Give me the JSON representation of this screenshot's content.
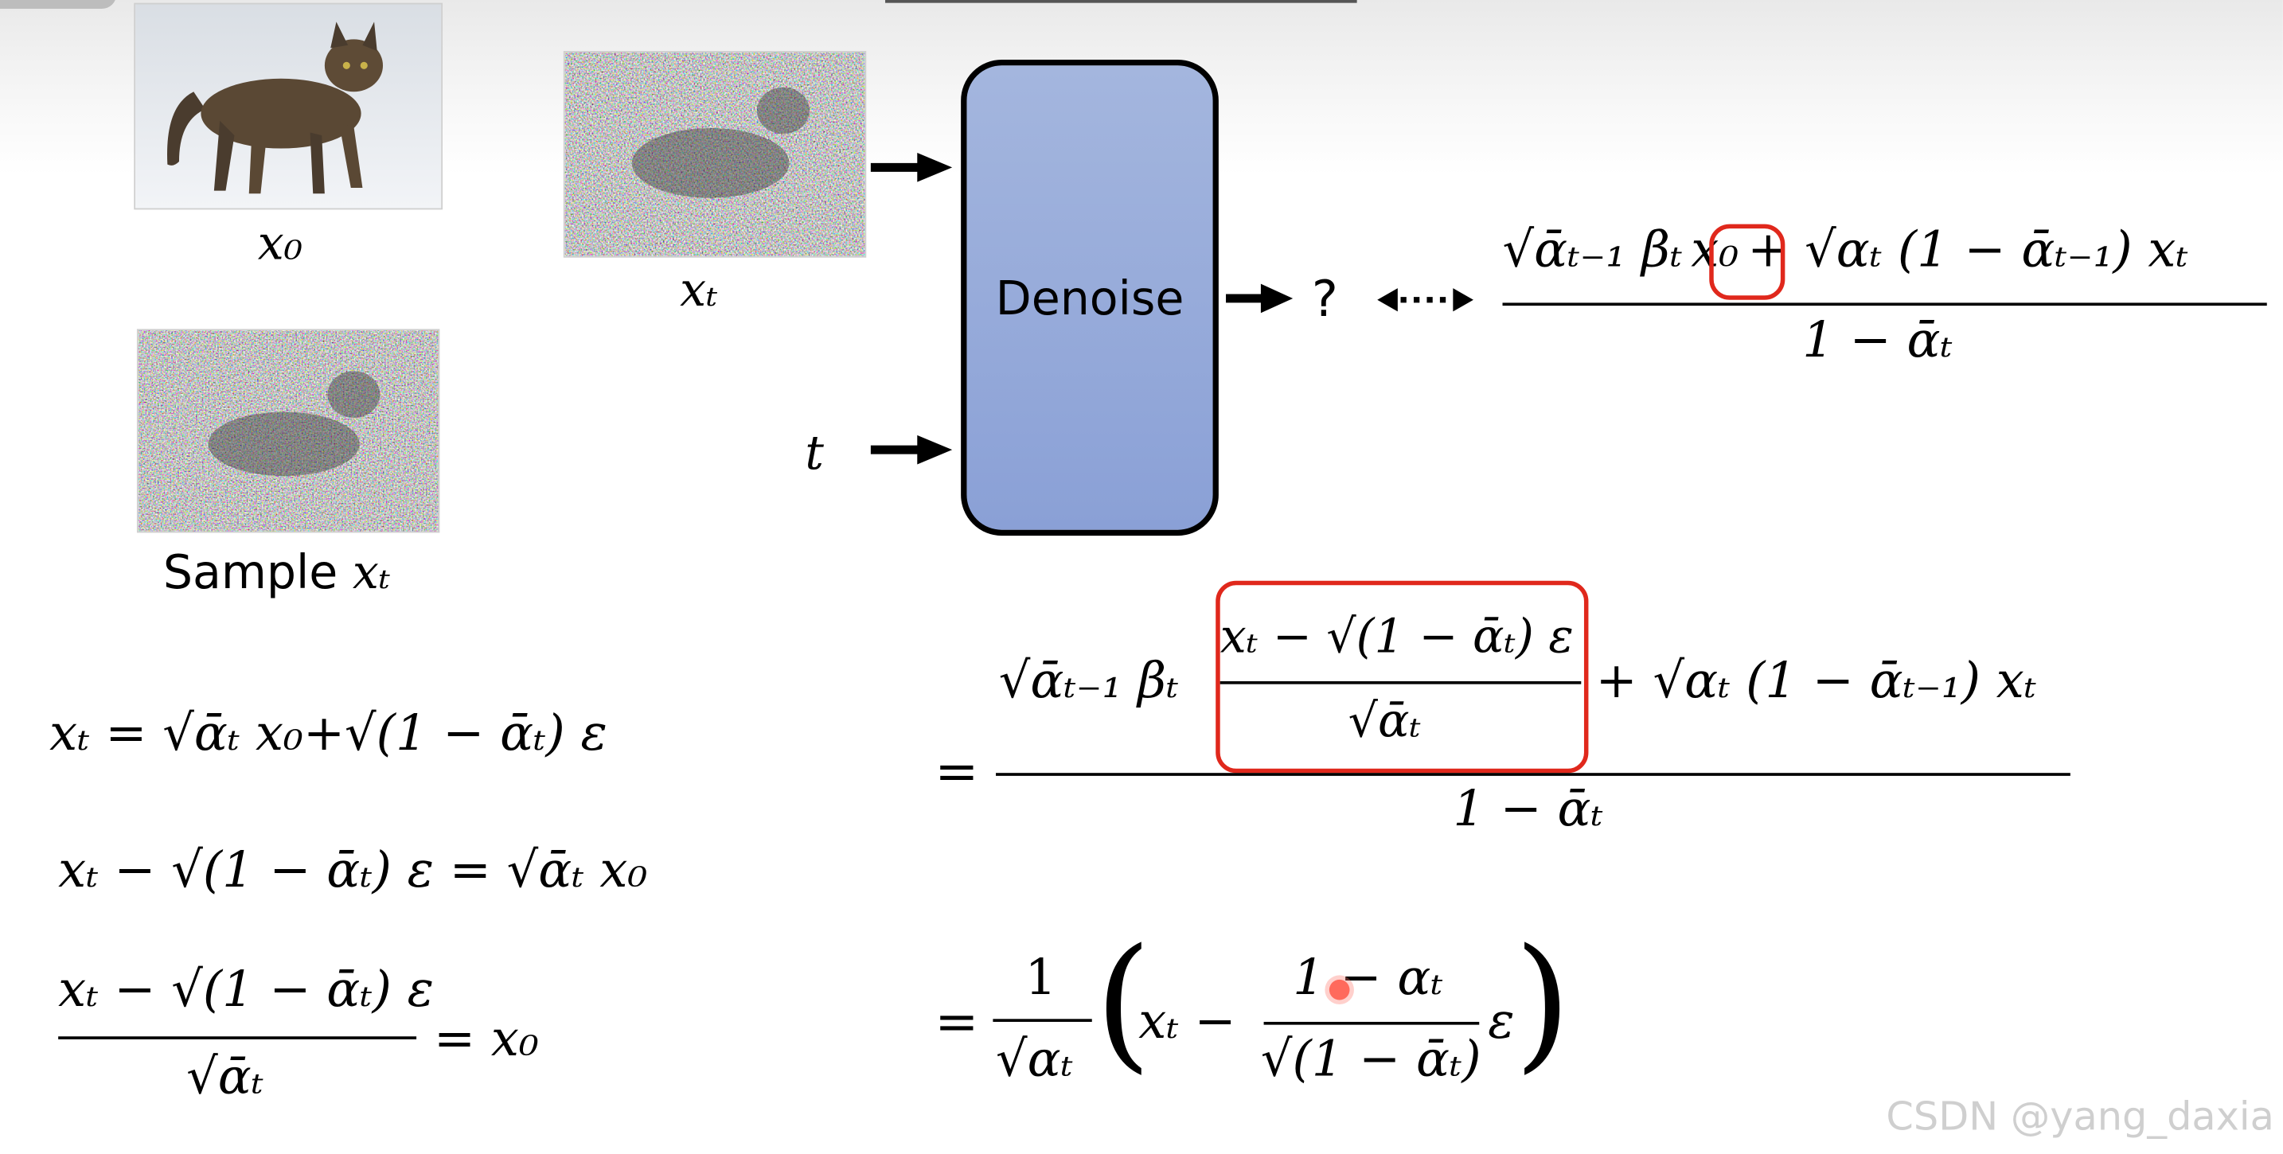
{
  "labels": {
    "x0": "x₀",
    "xt": "xₜ",
    "sample_prefix": "Sample ",
    "sample_var": "xₜ",
    "t": "t",
    "denoise": "Denoise",
    "question": "?"
  },
  "equations": {
    "top_num_a": "√ᾱₜ₋₁ βₜ",
    "top_num_x0": "x₀",
    "top_num_b": "+ √αₜ (1 − ᾱₜ₋₁) xₜ",
    "top_den": "1 − ᾱₜ",
    "mid_eq": "=",
    "mid_num_a": "√ᾱₜ₋₁ βₜ",
    "mid_inner_num": "xₜ − √(1 − ᾱₜ) ε",
    "mid_inner_den": "√ᾱₜ",
    "mid_num_b": "+ √αₜ (1 − ᾱₜ₋₁) xₜ",
    "mid_den": "1 − ᾱₜ",
    "bot_eq": "=",
    "bot_one": "1",
    "bot_sqrt": "√αₜ",
    "bot_xt": "xₜ −",
    "bot_inner_num": "1 − αₜ",
    "bot_inner_den": "√(1 − ᾱₜ)",
    "bot_eps": "ε",
    "left1": "xₜ = √ᾱₜ x₀+√(1 − ᾱₜ) ε",
    "left2": "xₜ − √(1 − ᾱₜ) ε = √ᾱₜ x₀",
    "left3_num": "xₜ − √(1 − ᾱₜ) ε",
    "left3_den": "√ᾱₜ",
    "left3_rhs": "= x₀"
  },
  "watermark": "CSDN @yang_daxia"
}
